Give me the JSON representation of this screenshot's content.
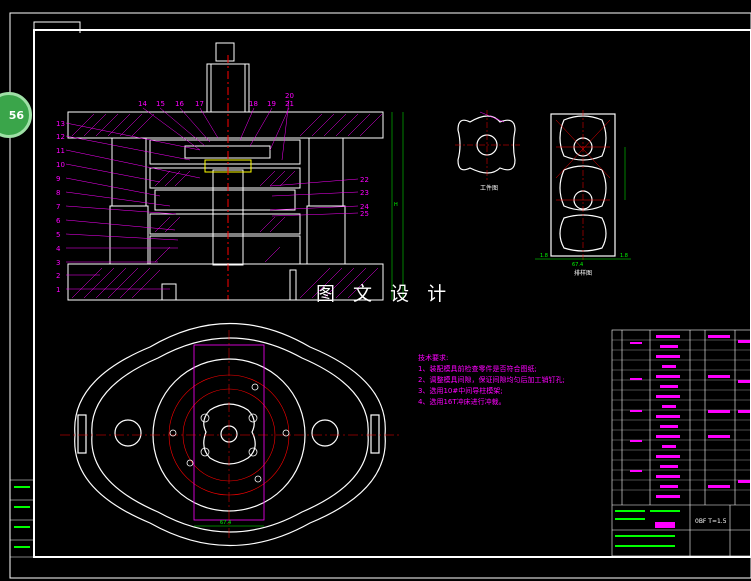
{
  "drawing": {
    "watermark": "图 文 设 计",
    "badge": "56",
    "section_labels": {
      "left": [
        "13",
        "12",
        "11",
        "10",
        "9",
        "8",
        "7",
        "6",
        "5",
        "4",
        "3",
        "2",
        "1"
      ],
      "top": [
        "14",
        "15",
        "16",
        "17",
        "18",
        "19",
        "20",
        "21"
      ],
      "right": [
        "22",
        "23",
        "24",
        "25"
      ]
    },
    "part_view_captions": {
      "blank": "工件图",
      "layout": "排样图"
    },
    "dimensions": {
      "layout_width": "67.4",
      "bottom_width": "67.4",
      "left_margin": "1.8",
      "right_margin": "1.8",
      "height": "H"
    },
    "technical_requirements": {
      "heading": "技术要求:",
      "items": [
        "1、装配模具前检查零件是否符合图纸;",
        "2、调整模具间隙，保证间隙均匀后加工销钉孔;",
        "3、选用10#中间导柱模架;",
        "4、选用16T冲床进行冲裁。"
      ]
    },
    "title_block": {
      "scale": "0BF T=1.5"
    }
  }
}
